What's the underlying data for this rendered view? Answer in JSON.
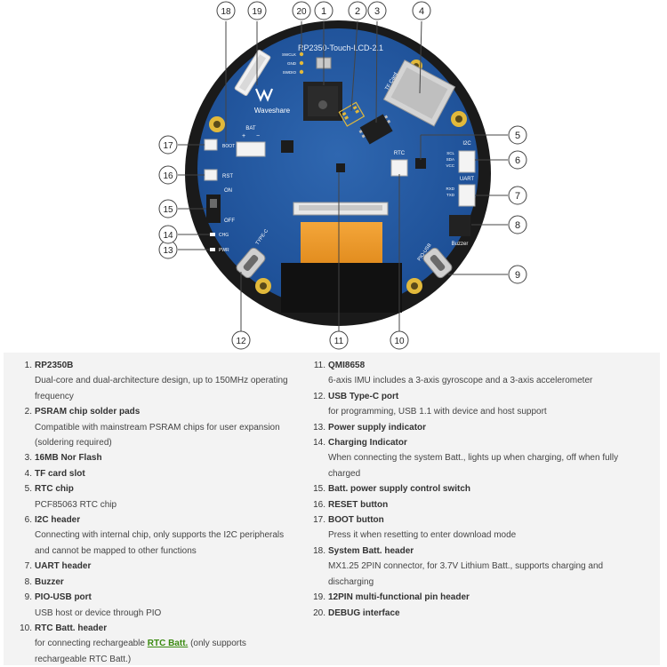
{
  "board": {
    "model_text": "RP2350-Touch-LCD-2.1",
    "brand_text": "Waveshare",
    "labels": {
      "tf_card": "TF Card",
      "bat": "BAT",
      "boot": "BOOT",
      "rst": "RST",
      "on": "ON",
      "off": "OFF",
      "chg": "CHG",
      "pwr": "PWR",
      "rtc": "RTC",
      "i2c": "I2C",
      "uart": "UART",
      "buzzer": "Buzzer",
      "type_c": "TYPE-C",
      "pio_usb": "PIO-USB",
      "swclk": "SWCLK",
      "gnd": "GND",
      "swdio": "SWDIO",
      "scl": "SCL",
      "sda": "SDA",
      "vcc": "VCC",
      "rxd": "RXD",
      "txd": "TXD",
      "bat_plus": "+",
      "bat_minus": "−"
    }
  },
  "callouts": [
    {
      "n": "1"
    },
    {
      "n": "2"
    },
    {
      "n": "3"
    },
    {
      "n": "4"
    },
    {
      "n": "5"
    },
    {
      "n": "6"
    },
    {
      "n": "7"
    },
    {
      "n": "8"
    },
    {
      "n": "9"
    },
    {
      "n": "10"
    },
    {
      "n": "11"
    },
    {
      "n": "12"
    },
    {
      "n": "13"
    },
    {
      "n": "14"
    },
    {
      "n": "15"
    },
    {
      "n": "16"
    },
    {
      "n": "17"
    },
    {
      "n": "18"
    },
    {
      "n": "19"
    },
    {
      "n": "20"
    }
  ],
  "legend": {
    "items": [
      {
        "n": "1.",
        "title": "RP2350B",
        "desc": "Dual-core and dual-architecture design, up to 150MHz operating frequency"
      },
      {
        "n": "2.",
        "title": "PSRAM chip solder pads",
        "desc": "Compatible with mainstream PSRAM chips for user expansion (soldering required)"
      },
      {
        "n": "3.",
        "title": "16MB Nor Flash",
        "desc": ""
      },
      {
        "n": "4.",
        "title": "TF card slot",
        "desc": ""
      },
      {
        "n": "5.",
        "title": "RTC chip",
        "desc": "PCF85063 RTC chip"
      },
      {
        "n": "6.",
        "title": "I2C header",
        "desc": "Connecting with internal chip, only supports the I2C peripherals and cannot be mapped to other functions"
      },
      {
        "n": "7.",
        "title": "UART header",
        "desc": ""
      },
      {
        "n": "8.",
        "title": "Buzzer",
        "desc": ""
      },
      {
        "n": "9.",
        "title": "PIO-USB port",
        "desc": "USB host or device through PIO"
      },
      {
        "n": "10.",
        "title": "RTC Batt. header",
        "desc_pre": "for connecting rechargeable ",
        "desc_link": "RTC Batt.",
        "desc_post": " (only supports rechargeable RTC Batt.)"
      },
      {
        "n": "11.",
        "title": "QMI8658",
        "desc": "6-axis IMU includes a 3-axis gyroscope and a 3-axis accelerometer"
      },
      {
        "n": "12.",
        "title": "USB Type-C port",
        "desc": "for programming, USB 1.1 with device and host support"
      },
      {
        "n": "13.",
        "title": "Power supply indicator",
        "desc": ""
      },
      {
        "n": "14.",
        "title": "Charging Indicator",
        "desc": "When connecting the system Batt., lights up when charging, off when fully charged"
      },
      {
        "n": "15.",
        "title": "Batt. power supply control switch",
        "desc": ""
      },
      {
        "n": "16.",
        "title": "RESET button",
        "desc": ""
      },
      {
        "n": "17.",
        "title": "BOOT button",
        "desc": "Press it when resetting to enter download mode"
      },
      {
        "n": "18.",
        "title": "System Batt. header",
        "desc": "MX1.25 2PIN connector, for 3.7V Lithium Batt., supports charging and discharging"
      },
      {
        "n": "19.",
        "title": "12PIN multi-functional pin header",
        "desc": ""
      },
      {
        "n": "20.",
        "title": "DEBUG interface",
        "desc": ""
      }
    ]
  }
}
